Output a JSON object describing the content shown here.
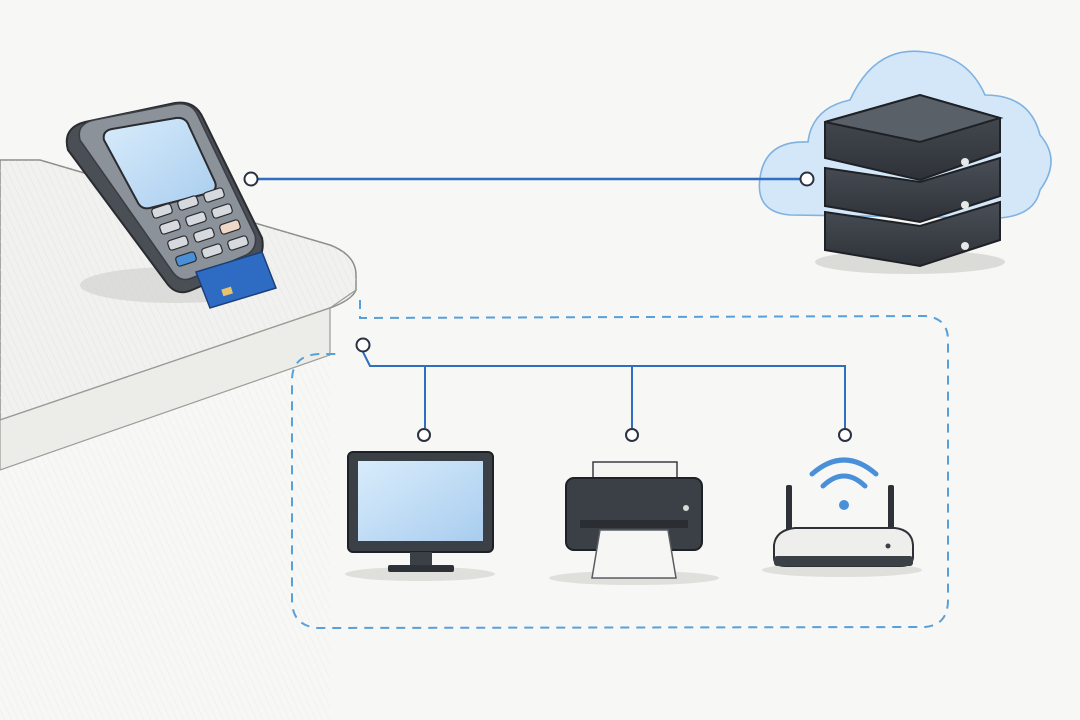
{
  "diagram": {
    "nodes": [
      {
        "id": "card-terminal",
        "icon": "card-terminal-icon"
      },
      {
        "id": "cloud-server",
        "icon": "cloud-server-icon"
      },
      {
        "id": "monitor",
        "icon": "monitor-icon"
      },
      {
        "id": "printer",
        "icon": "printer-icon"
      },
      {
        "id": "wifi-router",
        "icon": "wifi-router-icon"
      }
    ],
    "edges": [
      {
        "from": "card-terminal",
        "to": "cloud-server",
        "style": "solid"
      },
      {
        "from": "card-terminal",
        "to": "monitor",
        "style": "solid"
      },
      {
        "from": "card-terminal",
        "to": "printer",
        "style": "solid"
      },
      {
        "from": "card-terminal",
        "to": "wifi-router",
        "style": "solid"
      }
    ],
    "groups": [
      {
        "id": "local-network",
        "members": [
          "monitor",
          "printer",
          "wifi-router"
        ],
        "style": "dashed"
      }
    ]
  },
  "colors": {
    "background": "#f7f7f6",
    "link": "#2f6fbf",
    "dashed_group": "#5aa0d8",
    "device_dark": "#3b3f46",
    "screen_blue": "#bcdaf5",
    "card_blue": "#2e6cc4",
    "cloud_blue": "#cfe4f6"
  }
}
